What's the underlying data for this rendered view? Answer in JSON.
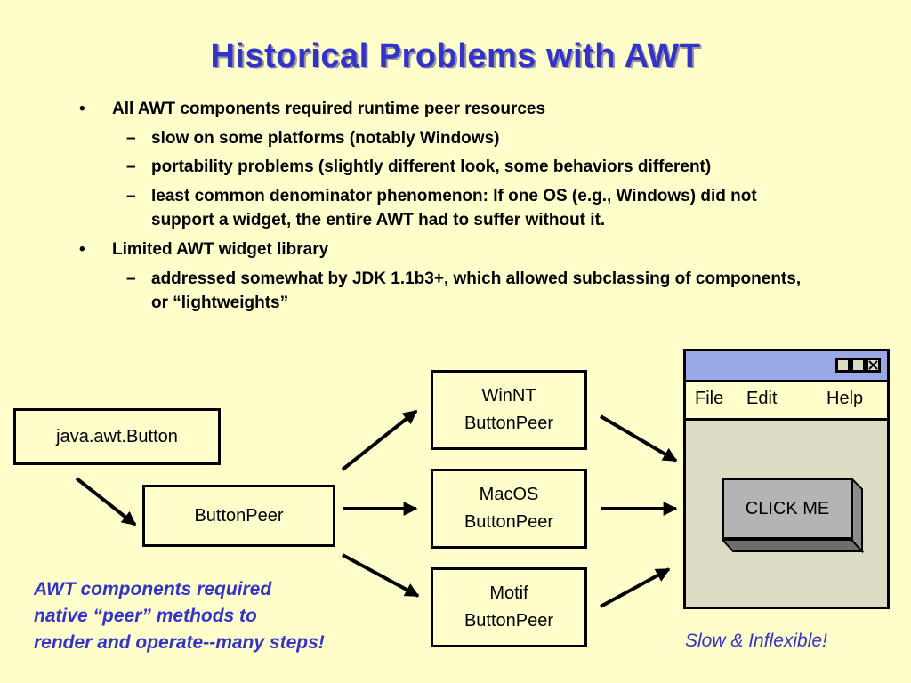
{
  "slide": {
    "title": "Historical Problems with AWT",
    "bullets": [
      {
        "text": "All AWT components required runtime peer resources",
        "subs": [
          "slow on some platforms (notably Windows)",
          "portability problems (slightly different look, some behaviors different)",
          "least common denominator phenomenon: If one OS (e.g., Windows) did not support a widget, the entire AWT had to suffer without it."
        ]
      },
      {
        "text": "Limited AWT widget library",
        "subs": [
          "addressed somewhat by JDK 1.1b3+, which allowed subclassing of components, or “lightweights”"
        ]
      }
    ],
    "markers": {
      "bullet": "•",
      "dash": "–"
    }
  },
  "diagram": {
    "button_class": "java.awt.Button",
    "button_peer": "ButtonPeer",
    "platform_peers": [
      {
        "line1": "WinNT",
        "line2": "ButtonPeer"
      },
      {
        "line1": "MacOS",
        "line2": "ButtonPeer"
      },
      {
        "line1": "Motif",
        "line2": "ButtonPeer"
      }
    ],
    "window": {
      "menus": [
        "File",
        "Edit",
        "Help"
      ],
      "button_label": "CLICK ME",
      "colors": {
        "titlebar": "#99a9e6",
        "body": "#dcdcc4",
        "button": "#b4b4b4"
      }
    },
    "caption_left": [
      "AWT components required",
      "native “peer” methods to",
      "render and operate--many steps!"
    ],
    "caption_right": "Slow & Inflexible!"
  },
  "colors": {
    "background": "#ffffcc",
    "accent": "#3333cc"
  }
}
